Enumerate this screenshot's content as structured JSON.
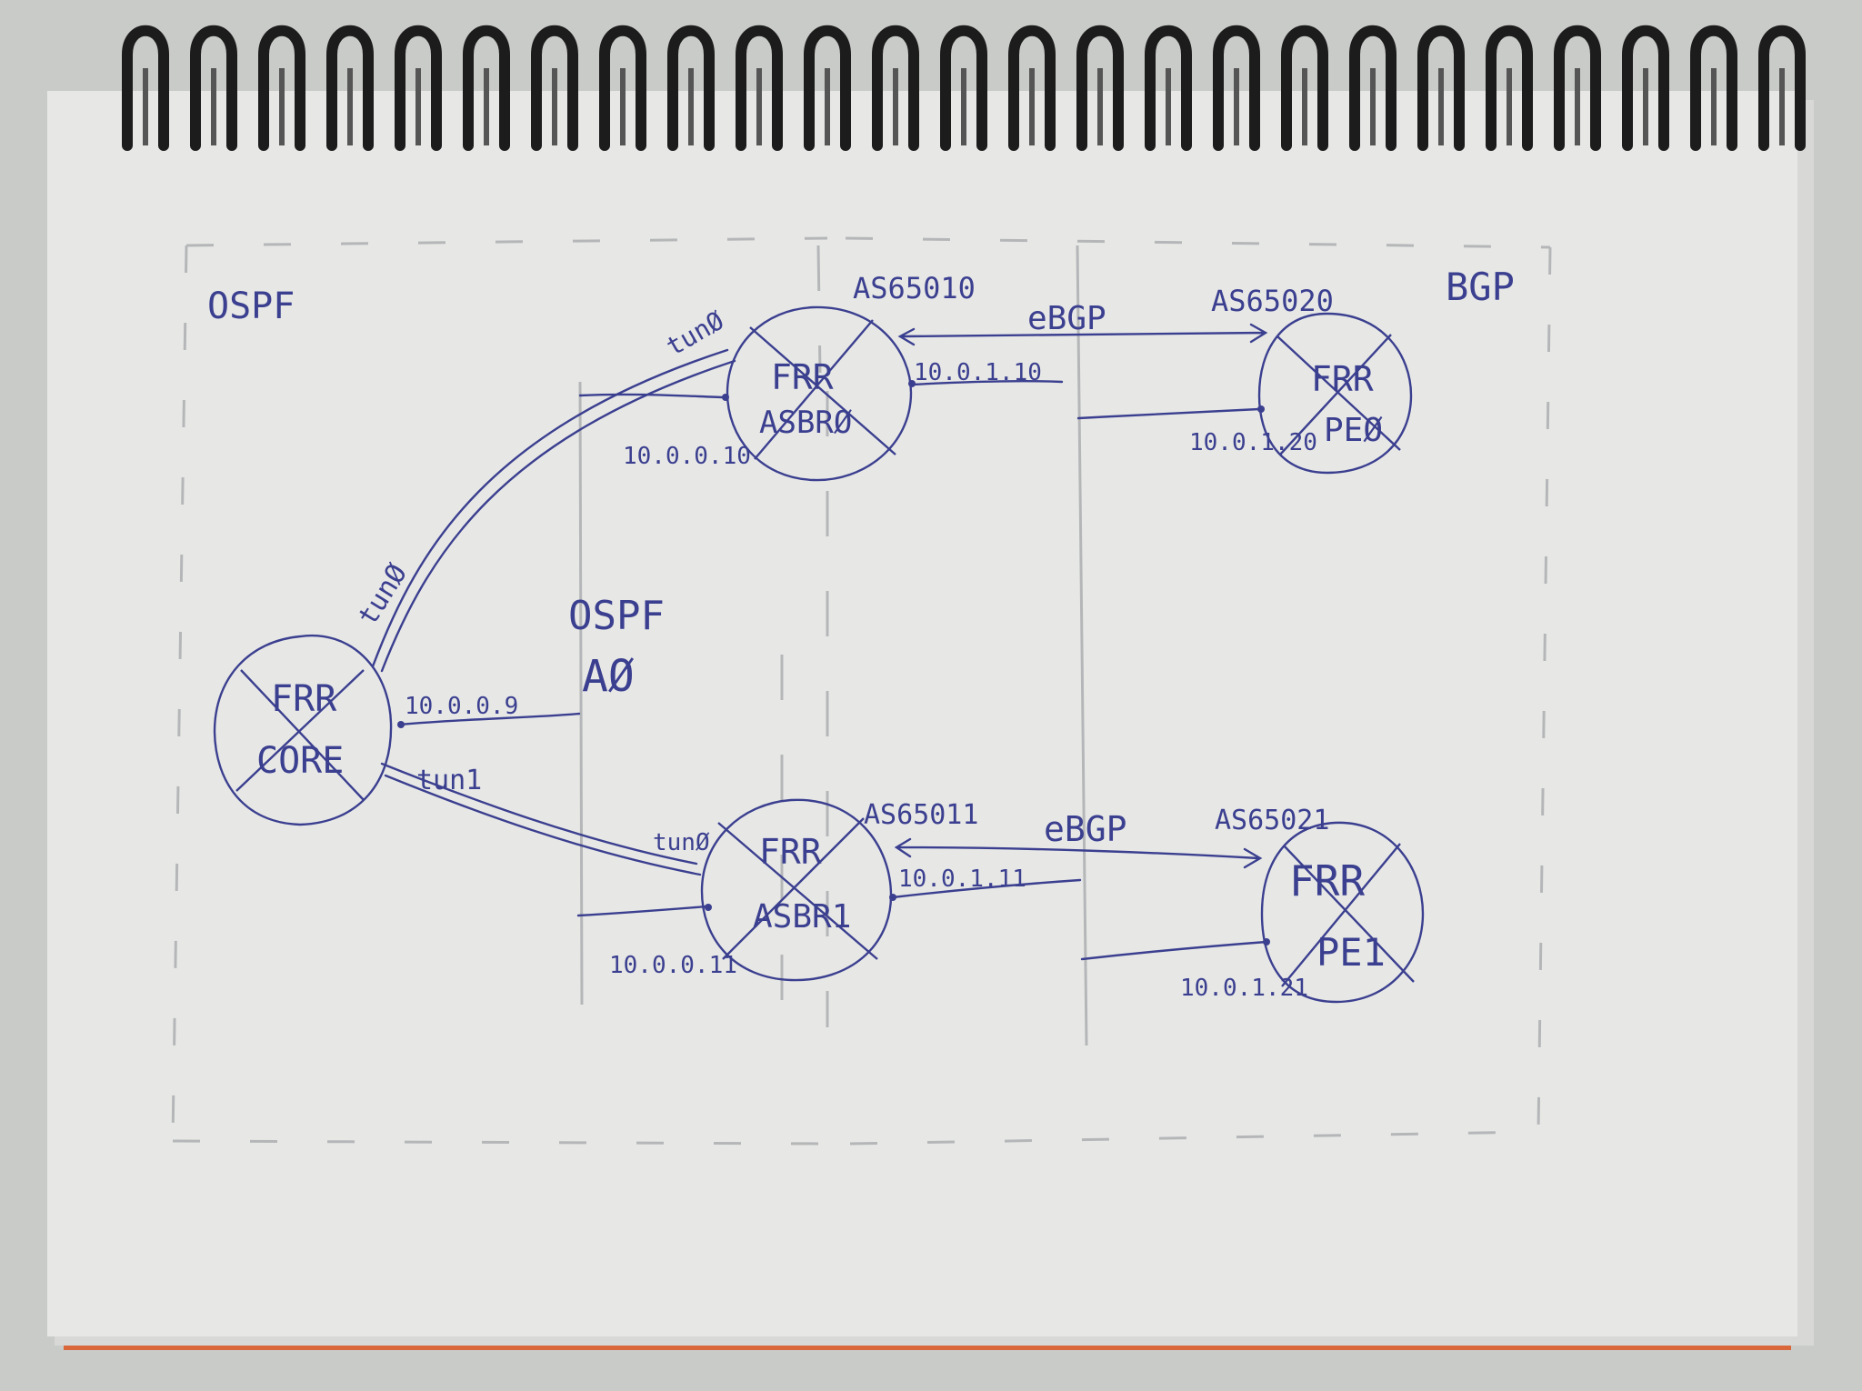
{
  "colors": {
    "ink": "#3b3f8f",
    "pencil": "#b4b6b8",
    "paper": "#e7e8e6",
    "background": "#c9cbc8",
    "spiral": "#1c1c1c",
    "edge": "#d9673a"
  },
  "regions": {
    "ospf": "OSPF",
    "ospf_area": "OSPF",
    "area_id": "AØ",
    "bgp": "BGP"
  },
  "routers": {
    "core": {
      "line1": "FRR",
      "line2": "CORE",
      "ip": "10.0.0.9"
    },
    "asbr0": {
      "line1": "FRR",
      "line2": "ASBRØ",
      "as": "AS65010",
      "ip_inner": "10.0.0.10",
      "ip_outer": "10.0.1.10",
      "tunnel": "tunØ"
    },
    "asbr1": {
      "line1": "FRR",
      "line2": "ASBR1",
      "as": "AS65011",
      "ip_inner": "10.0.0.11",
      "ip_outer": "10.0.1.11",
      "tunnel": "tunØ"
    },
    "pe0": {
      "line1": "FRR",
      "line2": "PEØ",
      "as": "AS65020",
      "ip": "10.0.1.20"
    },
    "pe1": {
      "line1": "FRR",
      "line2": "PE1",
      "as": "AS65021",
      "ip": "10.0.1.21"
    }
  },
  "links": {
    "tun0": "tunØ",
    "tun1": "tun1",
    "ebgp_top": "eBGP",
    "ebgp_bottom": "eBGP"
  }
}
